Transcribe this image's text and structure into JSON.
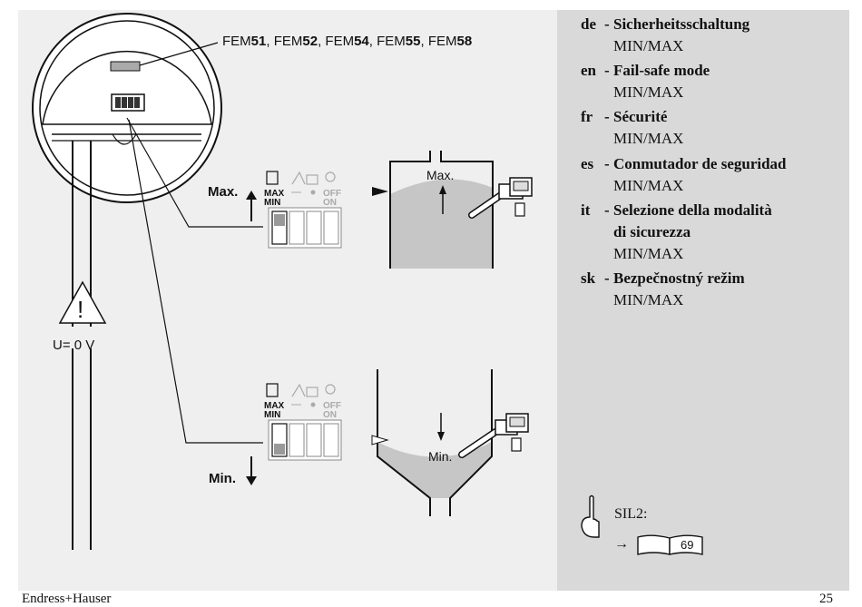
{
  "figure": {
    "models_prefix": [
      "FEM",
      "FEM",
      "FEM",
      "FEM",
      "FEM"
    ],
    "models_num": [
      "51",
      "52",
      "54",
      "55",
      "58"
    ],
    "models_sep": ", ",
    "max_label": "Max.",
    "min_label": "Min.",
    "tank_max_label": "Max.",
    "tank_min_label": "Min.",
    "voltage_label": "U= 0 V",
    "warning_symbol": "!",
    "switch_labels": {
      "max": "MAX",
      "min": "MIN",
      "off": "OFF",
      "on": "ON"
    },
    "colors": {
      "liquid": "#c6c6c6",
      "background": "#efefef"
    }
  },
  "sidebar": {
    "languages": [
      {
        "code": "de",
        "title": "Sicherheitsschaltung",
        "sub": "MIN/MAX"
      },
      {
        "code": "en",
        "title": "Fail-safe mode",
        "sub": "MIN/MAX"
      },
      {
        "code": "fr",
        "title": "Sécurité",
        "sub": "MIN/MAX"
      },
      {
        "code": "es",
        "title": "Conmutador de seguridad",
        "sub": "MIN/MAX"
      },
      {
        "code": "it",
        "title": "Selezione della modalità",
        "title2": "di sicurezza",
        "sub": "MIN/MAX"
      },
      {
        "code": "sk",
        "title": "Bezpečnostný režim",
        "sub": "MIN/MAX"
      }
    ],
    "sil_label": "SIL2:",
    "page_ref": "69",
    "arrow": "→",
    "hand_icon": "pointing-hand-icon",
    "book_icon": "book-icon",
    "color": "#d9d9d9"
  },
  "footer": {
    "brand": "Endress+Hauser",
    "page": "25"
  }
}
